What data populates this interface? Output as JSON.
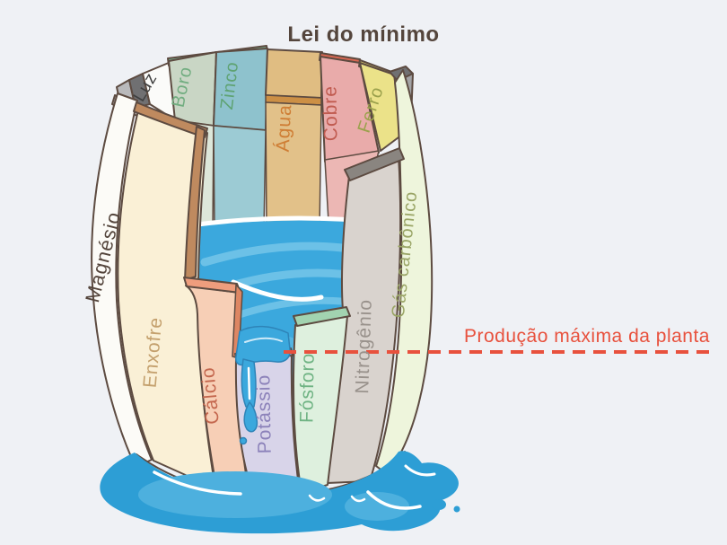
{
  "title": "Lei do mínimo",
  "annotation": {
    "max_production_label": "Produção máxima da planta"
  },
  "labels": {
    "luz": "Luz",
    "boro": "Boro",
    "zinco": "Zinco",
    "agua": "Água",
    "cobre": "Cobre",
    "ferro": "Ferro",
    "magnesio": "Magnésio",
    "enxofre": "Enxofre",
    "calcio": "Cálcio",
    "potassio": "Potássio",
    "fosforo": "Fósforo",
    "nitrogenio": "Nitrogênio",
    "gas_carbonico": "Gás carbônico"
  },
  "colors": {
    "background": "#eff1f5",
    "outline": "#5d4b41",
    "water": "#3ba8dd",
    "water_ripple": "#6cc1e7",
    "puddle": "#2d9ed5",
    "puddle_light": "#4db0de",
    "title_text": "#54453c",
    "annotation_red": "#e8513d",
    "stave_fills": {
      "luz": "#fbfbf9",
      "boro": "#c9d6c5",
      "zinco": "#8ec2cd",
      "agua": "#e0bd82",
      "cobre": "#e9abaa",
      "ferro": "#ebe289",
      "magnesio": "#fcfbf7",
      "enxofre": "#faf0d6",
      "calcio": "#f7cfb6",
      "potassio": "#d8d4e9",
      "fosforo": "#def0de",
      "nitrogenio": "#d9d3ce",
      "gas_carbonico": "#eef5dc"
    },
    "label_colors": {
      "luz": "#3f3f3f",
      "boro": "#71ad80",
      "zinco": "#5fa373",
      "agua": "#cf7e35",
      "cobre": "#c05b50",
      "ferro": "#9ba14c",
      "magnesio": "#54453c",
      "enxofre": "#c4a06d",
      "calcio": "#c4674e",
      "potassio": "#8c82ba",
      "fosforo": "#6fb383",
      "nitrogenio": "#99928c",
      "gas_carbonico": "#9aa566"
    }
  }
}
